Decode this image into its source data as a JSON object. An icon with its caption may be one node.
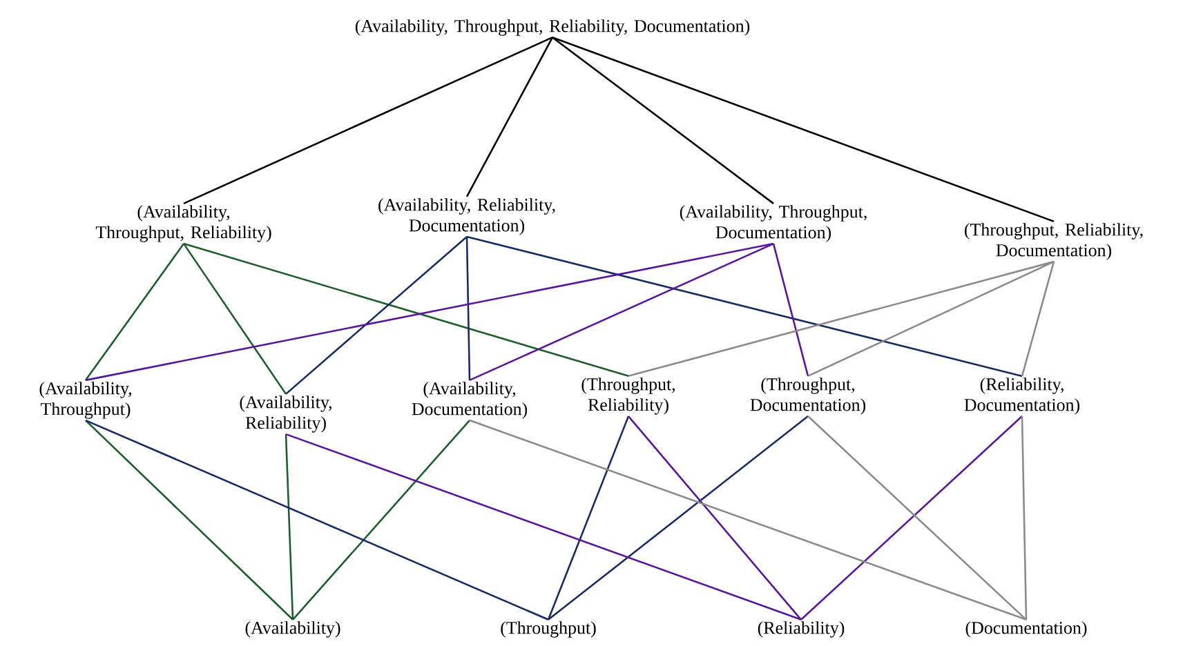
{
  "diagram": {
    "nodes": [
      {
        "text": [
          "(Availability, Throughput, Reliability, Documentation)"
        ]
      },
      {
        "text": [
          "(Availability, Throughput, Reliability)"
        ]
      },
      {
        "text": [
          "(Availability, Reliability, Documentation)"
        ]
      },
      {
        "text": [
          "(Availability, Throughput, Documentation)"
        ]
      },
      {
        "text": [
          "(Throughput, Reliability, Documentation)"
        ]
      },
      {
        "text": [
          "(Availability, Throughput)"
        ]
      },
      {
        "text": [
          "(Availability, Reliability)"
        ]
      },
      {
        "text": [
          "(Availability, Documentation)"
        ]
      },
      {
        "text": [
          "(Throughput, Reliability)"
        ]
      },
      {
        "text": [
          "(Throughput, Documentation)"
        ]
      },
      {
        "text": [
          "(Reliability, Documentation)"
        ]
      },
      {
        "text": [
          "(Availability)"
        ]
      },
      {
        "text": [
          "(Throughput)"
        ]
      },
      {
        "text": [
          "(Reliability)"
        ]
      },
      {
        "text": [
          "(Documentation)"
        ]
      }
    ],
    "edges": [
      {
        "from": 0,
        "to": 1,
        "arrow": "none",
        "color": "#000000"
      },
      {
        "from": 0,
        "to": 2,
        "arrow": "none",
        "color": "#000000"
      },
      {
        "from": 0,
        "to": 3,
        "arrow": "none",
        "color": "#000000"
      },
      {
        "from": 0,
        "to": 4,
        "arrow": "none",
        "color": "#000000"
      },
      {
        "from": 1,
        "to": 5,
        "arrow": "none",
        "color": "#1b5e2b"
      },
      {
        "from": 1,
        "to": 6,
        "arrow": "none",
        "color": "#1b5e2b"
      },
      {
        "from": 1,
        "to": 8,
        "arrow": "none",
        "color": "#1b5e2b"
      },
      {
        "from": 2,
        "to": 6,
        "arrow": "none",
        "color": "#162a66"
      },
      {
        "from": 2,
        "to": 7,
        "arrow": "none",
        "color": "#162a66"
      },
      {
        "from": 2,
        "to": 10,
        "arrow": "none",
        "color": "#162a66"
      },
      {
        "from": 3,
        "to": 5,
        "arrow": "none",
        "color": "#58169a"
      },
      {
        "from": 3,
        "to": 7,
        "arrow": "none",
        "color": "#58169a"
      },
      {
        "from": 3,
        "to": 9,
        "arrow": "none",
        "color": "#58169a"
      },
      {
        "from": 4,
        "to": 8,
        "arrow": "none",
        "color": "#8a8a8a"
      },
      {
        "from": 4,
        "to": 9,
        "arrow": "none",
        "color": "#8a8a8a"
      },
      {
        "from": 4,
        "to": 10,
        "arrow": "none",
        "color": "#8a8a8a"
      },
      {
        "from": 5,
        "to": 11,
        "arrow": "none",
        "color": "#1b5e2b"
      },
      {
        "from": 6,
        "to": 11,
        "arrow": "none",
        "color": "#1b5e2b"
      },
      {
        "from": 7,
        "to": 11,
        "arrow": "none",
        "color": "#1b5e2b"
      },
      {
        "from": 5,
        "to": 12,
        "arrow": "none",
        "color": "#162a66"
      },
      {
        "from": 8,
        "to": 12,
        "arrow": "none",
        "color": "#162a66"
      },
      {
        "from": 9,
        "to": 12,
        "arrow": "none",
        "color": "#162a66"
      },
      {
        "from": 6,
        "to": 13,
        "arrow": "none",
        "color": "#58169a"
      },
      {
        "from": 8,
        "to": 13,
        "arrow": "none",
        "color": "#58169a"
      },
      {
        "from": 10,
        "to": 13,
        "arrow": "none",
        "color": "#58169a"
      },
      {
        "from": 7,
        "to": 14,
        "arrow": "none",
        "color": "#8a8a8a"
      },
      {
        "from": 9,
        "to": 14,
        "arrow": "none",
        "color": "#8a8a8a"
      },
      {
        "from": 10,
        "to": 14,
        "arrow": "none",
        "color": "#8a8a8a"
      }
    ]
  }
}
